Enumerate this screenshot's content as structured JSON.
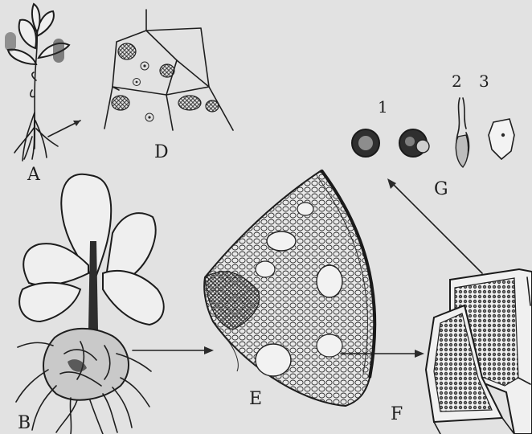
{
  "figure": {
    "labels": {
      "A": "A",
      "B": "B",
      "D": "D",
      "E": "E",
      "F": "F",
      "G": "G",
      "g1": "1",
      "g2": "2",
      "g3": "3"
    }
  }
}
